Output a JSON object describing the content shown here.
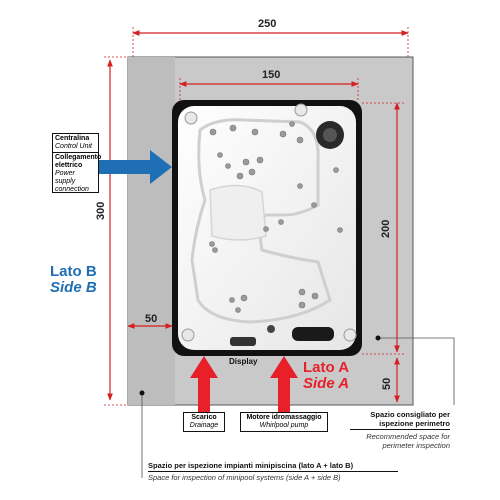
{
  "dimensions": {
    "total_width": "250",
    "tub_width": "150",
    "total_height": "300",
    "tub_height": "200",
    "side_space": "50",
    "bottom_space": "50"
  },
  "control_box": {
    "title": "Centralina",
    "title_en": "Control Unit",
    "subtitle": "Collegamento elettrico",
    "subtitle_en": "Power supply connection"
  },
  "side_b": {
    "label": "Lato B",
    "label_en": "Side B"
  },
  "side_a": {
    "label": "Lato A",
    "label_en": "Side A"
  },
  "display_label": "Display",
  "drain": {
    "label": "Scarico",
    "label_en": "Drainage"
  },
  "pump": {
    "label": "Motore idromassaggio",
    "label_en": "Whirlpool pump"
  },
  "perimeter": {
    "label": "Spazio consigliato per ispezione perimetro",
    "label_en": "Recommended space for perimeter inspection"
  },
  "systems": {
    "label": "Spazio per ispezione impianti minipiscina (lato A + lato B)",
    "label_en": "Space for inspection of minipool systems (side A + side B)"
  },
  "colors": {
    "dimension_line": "#d42020",
    "arrow_red": "#e8202a",
    "arrow_blue": "#1f6fb4",
    "side_b_text": "#1f6fb4",
    "side_a_text": "#e8202a",
    "clearance_gray": "#c9c9c9",
    "outline": "#333333"
  }
}
